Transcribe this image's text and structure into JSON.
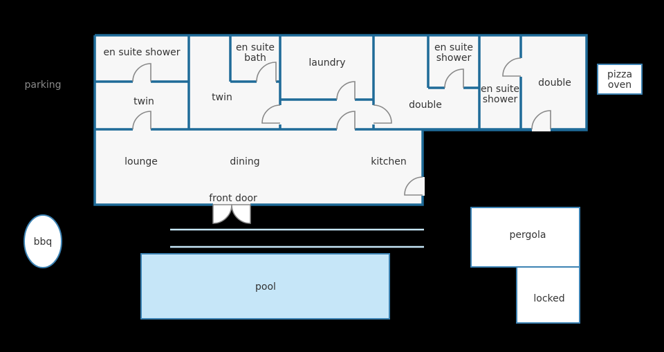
{
  "labels": {
    "parking": "parking",
    "en_suite_shower_1": "en suite shower",
    "twin_1": "twin",
    "twin_2": "twin",
    "en_suite_bath_line1": "en suite",
    "en_suite_bath_line2": "bath",
    "laundry": "laundry",
    "en_suite_shower_2_line1": "en suite",
    "en_suite_shower_2_line2": "shower",
    "double_1": "double",
    "en_suite_shower_3_line1": "en suite",
    "en_suite_shower_3_line2": "shower",
    "double_2": "double",
    "pizza_oven_line1": "pizza",
    "pizza_oven_line2": "oven",
    "lounge": "lounge",
    "dining": "dining",
    "kitchen": "kitchen",
    "front_door": "front door",
    "bbq": "bbq",
    "pool": "pool",
    "pergola": "pergola",
    "locked": "locked"
  },
  "colors": {
    "background": "#000000",
    "floor": "#f7f7f7",
    "wall": "#1f6b98",
    "pool_fill": "#c6e6f8",
    "pool_border": "#3c82b3",
    "deck_line": "#c6e6f8",
    "door_stroke": "#888888",
    "outbuilding_fill": "#ffffff",
    "outbuilding_border": "#3c82b3",
    "label_text": "#333333",
    "parking_text": "#8a8a8a"
  }
}
